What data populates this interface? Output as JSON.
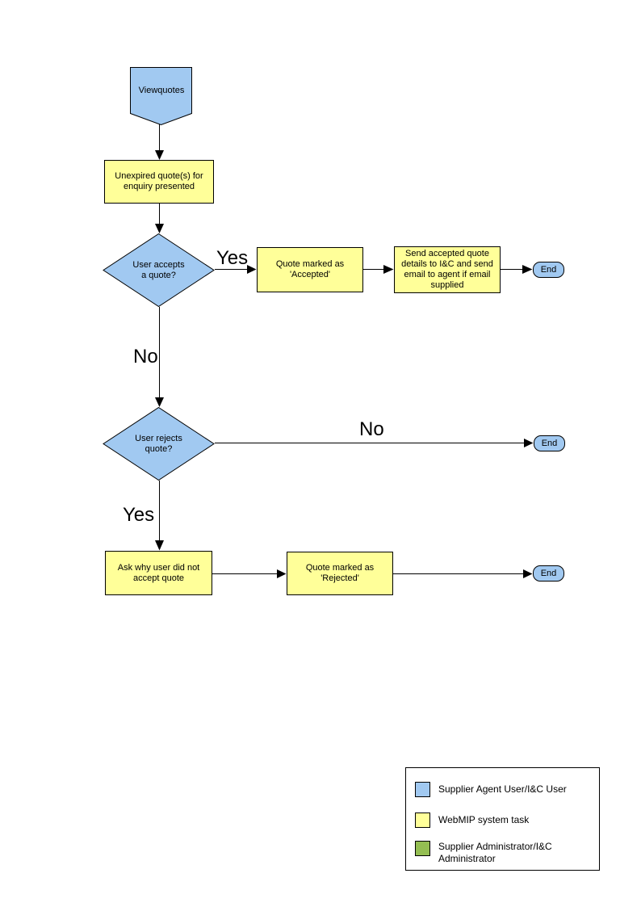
{
  "diagram": {
    "colors": {
      "user_shape": "#A1C9F1",
      "system_task": "#FFFF99",
      "admin_shape": "#94BE52",
      "outline": "#000000"
    },
    "start": {
      "label": "Viewquotes"
    },
    "nodes": {
      "unexpired": {
        "label": "Unexpired quote(s) for\nenquiry presented"
      },
      "accepts": {
        "label": "User accepts\na quote?"
      },
      "marked_accepted": {
        "label": "Quote marked as\n'Accepted'"
      },
      "send_details": {
        "label": "Send accepted quote\ndetails to I&C and send\nemail to agent if email\nsupplied"
      },
      "rejects": {
        "label": "User rejects\nquote?"
      },
      "ask_why": {
        "label": "Ask why user did not\naccept quote"
      },
      "marked_rejected": {
        "label": "Quote marked as\n'Rejected'"
      }
    },
    "terminals": [
      {
        "label": "End"
      },
      {
        "label": "End"
      },
      {
        "label": "End"
      }
    ],
    "edge_labels": {
      "accepts_yes": "Yes",
      "accepts_no": "No",
      "rejects_no": "No",
      "rejects_yes": "Yes"
    },
    "legend": {
      "items": [
        {
          "color": "#A1C9F1",
          "label": "Supplier Agent User/I&C User"
        },
        {
          "color": "#FFFF99",
          "label": "WebMIP system task"
        },
        {
          "color": "#94BE52",
          "label": "Supplier Administrator/I&C\nAdministrator"
        }
      ]
    }
  }
}
